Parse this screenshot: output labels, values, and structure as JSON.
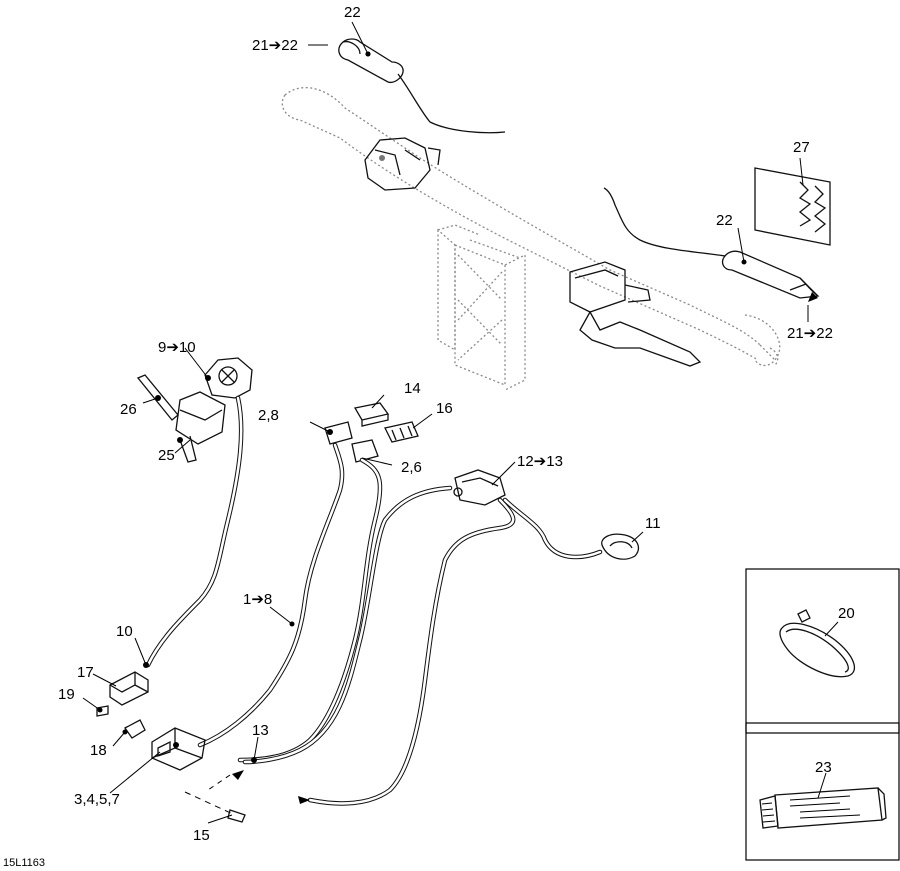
{
  "figure_code": "15L1163",
  "callouts": {
    "c22_top": "22",
    "c21_22_top": "21➔22",
    "c27": "27",
    "c22_right": "22",
    "c21_22_right": "21➔22",
    "c9_10": "9➔10",
    "c26": "26",
    "c25": "25",
    "c14": "14",
    "c2_8": "2,8",
    "c16": "16",
    "c2_6": "2,6",
    "c12_13": "12➔13",
    "c11": "11",
    "c1_8": "1➔8",
    "c10": "10",
    "c17": "17",
    "c19": "19",
    "c18": "18",
    "c13": "13",
    "c3_4_5_7": "3,4,5,7",
    "c15": "15",
    "c20": "20",
    "c23": "23"
  }
}
